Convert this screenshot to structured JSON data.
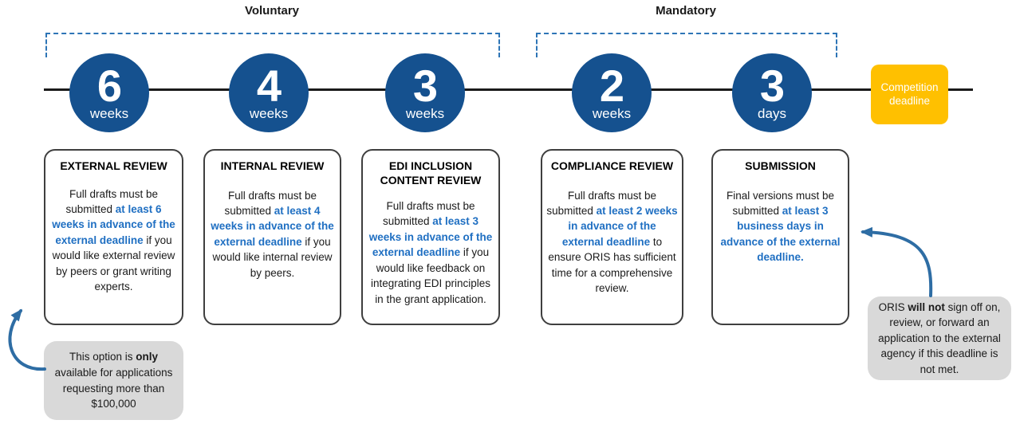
{
  "diagram": {
    "phases": [
      {
        "label": "Voluntary"
      },
      {
        "label": "Mandatory"
      }
    ],
    "nodes": [
      {
        "value": "6",
        "unit": "weeks"
      },
      {
        "value": "4",
        "unit": "weeks"
      },
      {
        "value": "3",
        "unit": "weeks"
      },
      {
        "value": "2",
        "unit": "weeks"
      },
      {
        "value": "3",
        "unit": "days"
      }
    ],
    "deadline_label": "Competition deadline",
    "cards": [
      {
        "title": "EXTERNAL REVIEW",
        "body": [
          {
            "text": "Full drafts must be submitted "
          },
          {
            "text": "at least 6 weeks in advance of the external deadline",
            "style": "em"
          },
          {
            "text": " if you would like external review by peers or grant writing experts."
          }
        ]
      },
      {
        "title": "INTERNAL REVIEW",
        "body": [
          {
            "text": "Full drafts must be submitted "
          },
          {
            "text": "at least 4 weeks in advance of the external deadline",
            "style": "em"
          },
          {
            "text": " if you would like internal review by peers."
          }
        ]
      },
      {
        "title": "EDI INCLUSION CONTENT REVIEW",
        "body": [
          {
            "text": "Full drafts must be submitted "
          },
          {
            "text": "at least 3 weeks in advance of the external deadline",
            "style": "em"
          },
          {
            "text": " if you would like feedback on integrating EDI principles in the grant application."
          }
        ]
      },
      {
        "title": "COMPLIANCE REVIEW",
        "body": [
          {
            "text": "Full drafts must be submitted "
          },
          {
            "text": "at least 2 weeks in advance of the external deadline",
            "style": "em"
          },
          {
            "text": " to ensure ORIS has sufficient time for a comprehensive review."
          }
        ]
      },
      {
        "title": "SUBMISSION",
        "body": [
          {
            "text": "Final versions must be submitted "
          },
          {
            "text": "at least 3 business days in advance of the external deadline.",
            "style": "em"
          }
        ]
      }
    ],
    "callouts": [
      {
        "body": [
          {
            "text": "This option is "
          },
          {
            "text": "only",
            "style": "bold"
          },
          {
            "text": " available for applications requesting more than $100,000"
          }
        ]
      },
      {
        "body": [
          {
            "text": "ORIS "
          },
          {
            "text": "will not",
            "style": "bold"
          },
          {
            "text": " sign off on, review, or forward an application to the external agency if this deadline is not met."
          }
        ]
      }
    ],
    "colors": {
      "node_blue": "#15518F",
      "accent_text_blue": "#1F6FC2",
      "bracket_blue": "#2E75B6",
      "arrow_blue": "#2E6DA4",
      "deadline_yellow": "#FFC000",
      "callout_gray": "#D9D9D9"
    }
  }
}
